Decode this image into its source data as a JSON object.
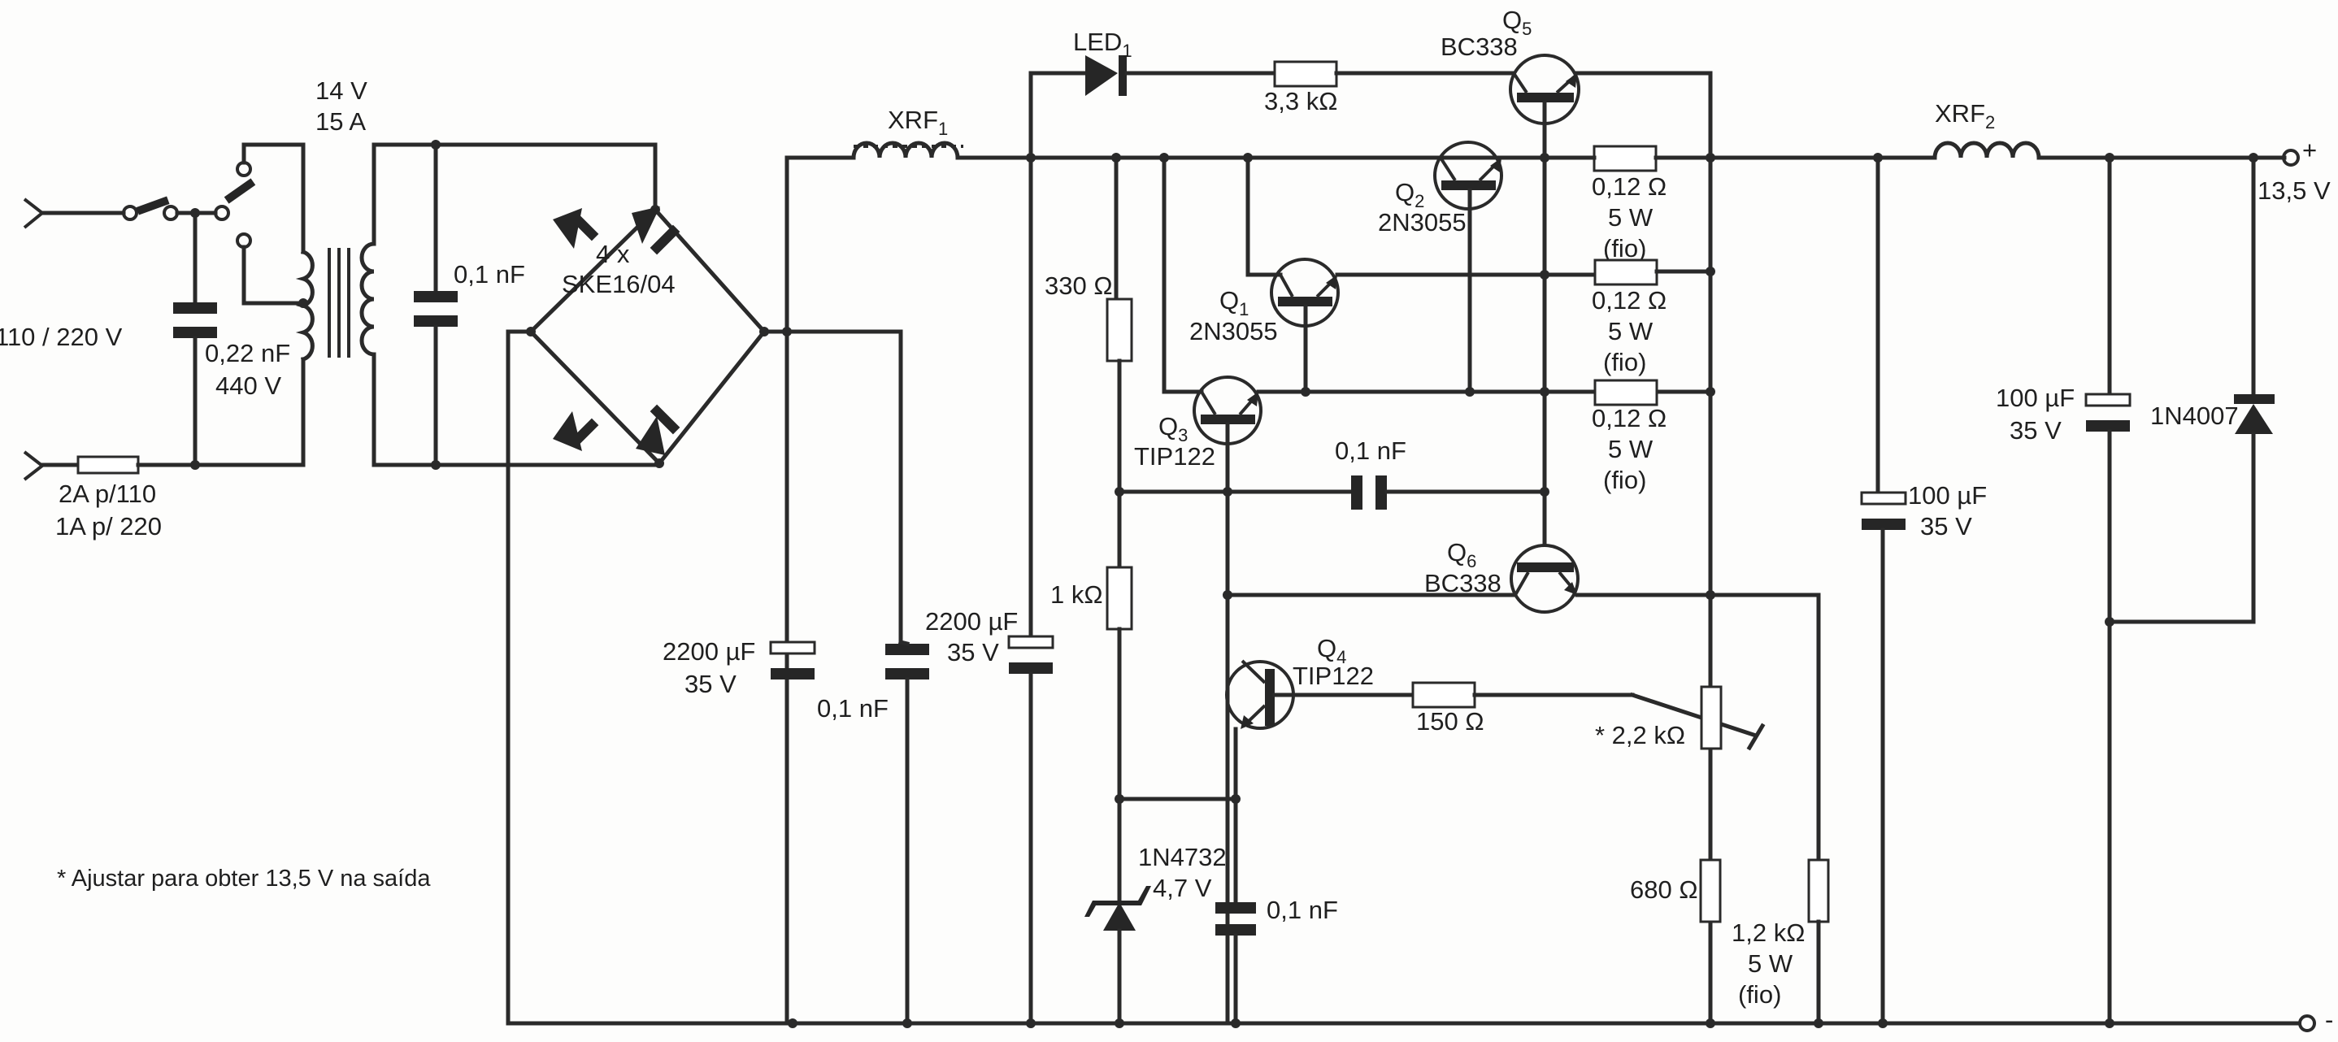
{
  "diagram": {
    "title_note": "* Ajustar para obter 13,5 V na saída",
    "colors": {
      "ink": "#2a2a2a",
      "paper": "#fdfdfc"
    },
    "input": {
      "voltage_label": "110 / 220 V",
      "fuse_label_1": "2A p/110",
      "fuse_label_2": "1A p/ 220",
      "cap_value": "0,22 nF",
      "cap_voltage": "440 V"
    },
    "transformer": {
      "voltage": "14 V",
      "current": "15 A"
    },
    "secondary_cap": "0,1 nF",
    "bridge": {
      "count": "4 x",
      "part": "SKE16/04"
    },
    "chokes": {
      "xrf1": "XRF",
      "xrf1_sub": "1",
      "xrf2": "XRF",
      "xrf2_sub": "2"
    },
    "filter": {
      "c1_value": "2200 µF",
      "c1_voltage": "35 V",
      "c2_value": "0,1 nF",
      "c3_value": "2200 µF",
      "c3_voltage": "35 V"
    },
    "led": {
      "name": "LED",
      "sub": "1"
    },
    "resistors": {
      "r_led": "3,3 kΩ",
      "r330": "330 Ω",
      "r1k": "1 kΩ",
      "r150": "150 Ω",
      "pot": "* 2,2 kΩ",
      "r680": "680 Ω",
      "r12k_value": "1,2 kΩ",
      "r12k_power": "5 W",
      "r12k_type": "(fio)",
      "shunt_value": "0,12 Ω",
      "shunt_power": "5 W",
      "shunt_type": "(fio)"
    },
    "transistors": {
      "q1": {
        "name": "Q",
        "sub": "1",
        "part": "2N3055"
      },
      "q2": {
        "name": "Q",
        "sub": "2",
        "part": "2N3055"
      },
      "q3": {
        "name": "Q",
        "sub": "3",
        "part": "TIP122"
      },
      "q4": {
        "name": "Q",
        "sub": "4",
        "part": "TIP122"
      },
      "q5": {
        "name": "Q",
        "sub": "5",
        "part": "BC338"
      },
      "q6": {
        "name": "Q",
        "sub": "6",
        "part": "BC338"
      }
    },
    "comp_cap": "0,1 nF",
    "zener": {
      "part": "1N4732",
      "voltage": "4,7 V"
    },
    "zener_cap": "0,1 nF",
    "output": {
      "c_out1_value": "100 µF",
      "c_out1_voltage": "35 V",
      "c_out2_value": "100 µF",
      "c_out2_voltage": "35 V",
      "diode": "1N4007",
      "plus": "+",
      "minus": "-",
      "voltage": "13,5 V"
    }
  }
}
